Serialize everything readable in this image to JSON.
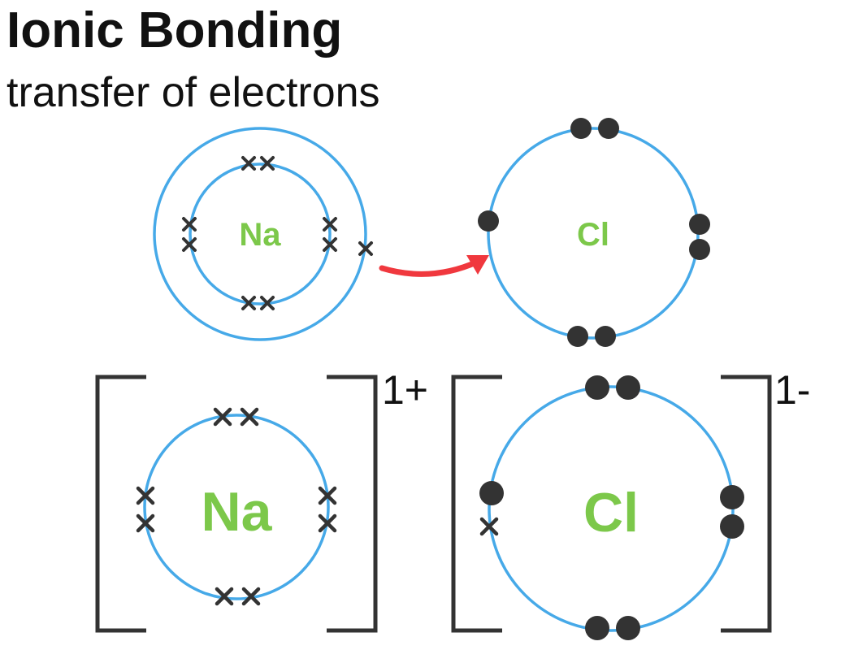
{
  "title": "Ionic Bonding",
  "subtitle": "transfer of electrons",
  "colors": {
    "shell": "#46a9e8",
    "element": "#7cc84a",
    "electron": "#333333",
    "arrow": "#f0383e",
    "bracket": "#333333"
  },
  "atoms": {
    "sodium_atom": {
      "symbol": "Na"
    },
    "chlorine_atom": {
      "symbol": "Cl"
    }
  },
  "ions": {
    "sodium_ion": {
      "symbol": "Na",
      "charge": "1+"
    },
    "chloride_ion": {
      "symbol": "Cl",
      "charge": "1-"
    }
  }
}
